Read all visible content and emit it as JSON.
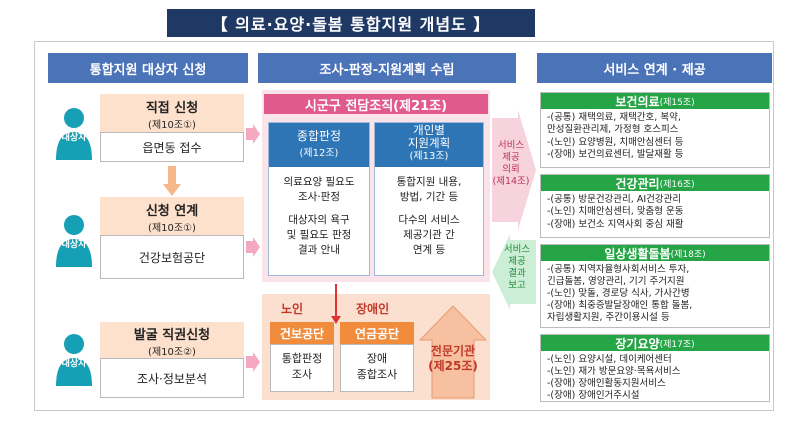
{
  "title": "【 의료·요양·돌봄 통합지원 개념도 】",
  "columns": {
    "col1": "통합지원 대상자 신청",
    "col2": "조사-판정-지원계획 수립",
    "col3": "서비스 연계 · 제공"
  },
  "applicants": [
    {
      "person": "대상자",
      "heading": "직접 신청",
      "sub": "(제10조①)",
      "office": "읍면동 접수"
    },
    {
      "person": "대상자",
      "heading": "신청 연계",
      "sub": "(제10조①)",
      "office": "건강보험공단"
    },
    {
      "person": "대상자",
      "heading": "발굴 직권신청",
      "sub": "(제10조②)",
      "office": "조사·정보분석"
    }
  ],
  "center": {
    "org": "시군구 전담조직(제21조)",
    "judge": {
      "title": "종합판정",
      "sub": "(제12조)",
      "lines": [
        "의료요양 필요도",
        "조사·판정",
        "",
        "대상자의 욕구",
        "및 필요도 판정",
        "결과 안내"
      ]
    },
    "plan": {
      "title": "개인별",
      "title2": "지원계획",
      "sub": "(제13조)",
      "lines": [
        "통합지원 내용,",
        "방법, 기간 등",
        "",
        "다수의 서비스",
        "제공기관 간",
        "연계 등"
      ]
    },
    "elder": "노인",
    "disabled": "장애인",
    "nhis": "건보공단",
    "nhis_task": [
      "통합판정",
      "조사"
    ],
    "nps": "연금공단",
    "nps_task": [
      "장애",
      "종합조사"
    ],
    "expert": [
      "전문기관",
      "(제25조)"
    ]
  },
  "arrows": {
    "request": [
      "서비스",
      "제공",
      "의뢰",
      "(제14조)"
    ],
    "report": [
      "서비스",
      "제공",
      "결과",
      "보고"
    ]
  },
  "services": [
    {
      "name": "보건의료",
      "law": "(제15조)",
      "items": [
        "-(공통) 재택의료, 재택간호, 복약,",
        "  만성질환관리제, 가정형 호스피스",
        "-(노인) 요양병원, 치매안심센터 등",
        "-(장애) 보건의료센터, 발달재활 등"
      ]
    },
    {
      "name": "건강관리",
      "law": "(제16조)",
      "items": [
        "-(공통) 방문건강관리, AI건강관리",
        "-(노인) 치매안심센터, 맞춤형 운동",
        "-(장애) 보건소 지역사회 중심 재활"
      ]
    },
    {
      "name": "일상생활돌봄",
      "law": "(제18조)",
      "items": [
        "-(공통) 지역자율형사회서비스 투자,",
        "  긴급돌봄, 영양관리, 기기 주거지원",
        "-(노인) 맞돌, 경로당 식사, 가사간병",
        "-(장애) 최중증발달장애인 통합 돌봄,",
        "  자립생활지원, 주간이용시설 등"
      ]
    },
    {
      "name": "장기요양",
      "law": "(제17조)",
      "items": [
        "-(노인) 요양시설, 데이케어센터",
        "-(노인) 재가 방문요양·목욕서비스",
        "-(장애) 장애인활동지원서비스",
        "-(장애) 장애인거주시설"
      ]
    }
  ],
  "colors": {
    "title_bg": "#1f3864",
    "header_blue": "#4a73b8",
    "green": "#26a546",
    "pink": "#fbe3ea",
    "orange": "#fde1cc"
  },
  "icons": [
    "person-icon",
    "arrow-right-icon",
    "arrow-left-icon",
    "arrow-down-icon"
  ]
}
